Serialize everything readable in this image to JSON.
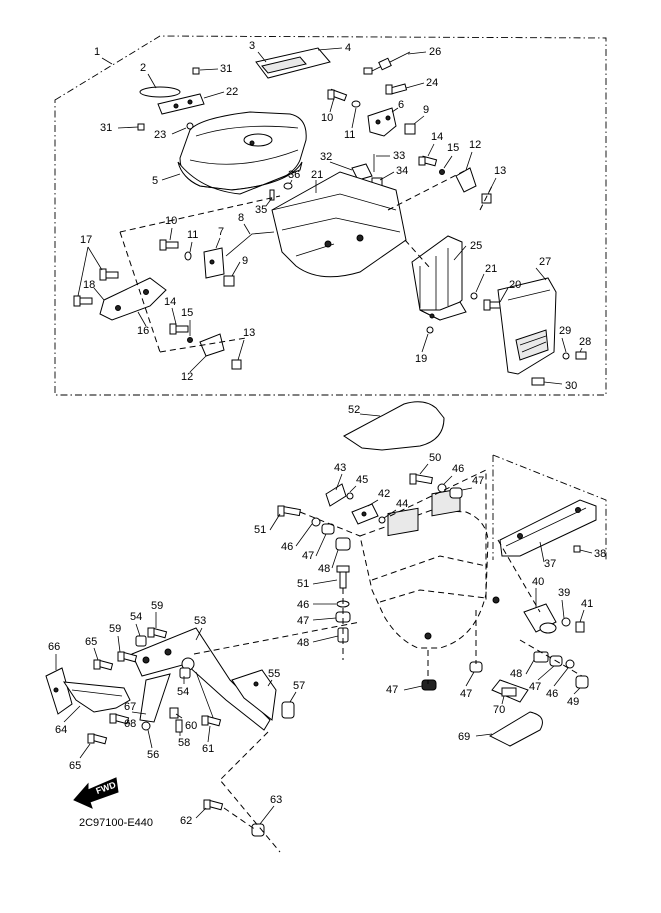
{
  "diagram": {
    "code": "2C97100-E440",
    "fwd_label": "FWD",
    "callouts": [
      {
        "id": "c1",
        "text": "1"
      },
      {
        "id": "c2",
        "text": "2"
      },
      {
        "id": "c3",
        "text": "3"
      },
      {
        "id": "c4",
        "text": "4"
      },
      {
        "id": "c26",
        "text": "26"
      },
      {
        "id": "c31a",
        "text": "31"
      },
      {
        "id": "c22",
        "text": "22"
      },
      {
        "id": "c24",
        "text": "24"
      },
      {
        "id": "c6",
        "text": "6"
      },
      {
        "id": "c10a",
        "text": "10"
      },
      {
        "id": "c9a",
        "text": "9"
      },
      {
        "id": "c31b",
        "text": "31"
      },
      {
        "id": "c23",
        "text": "23"
      },
      {
        "id": "c11a",
        "text": "11"
      },
      {
        "id": "c14a",
        "text": "14"
      },
      {
        "id": "c12a",
        "text": "12"
      },
      {
        "id": "c15a",
        "text": "15"
      },
      {
        "id": "c32",
        "text": "32"
      },
      {
        "id": "c33",
        "text": "33"
      },
      {
        "id": "c5",
        "text": "5"
      },
      {
        "id": "c36",
        "text": "36"
      },
      {
        "id": "c21a",
        "text": "21"
      },
      {
        "id": "c34",
        "text": "34"
      },
      {
        "id": "c13a",
        "text": "13"
      },
      {
        "id": "c35",
        "text": "35"
      },
      {
        "id": "c8",
        "text": "8"
      },
      {
        "id": "c10b",
        "text": "10"
      },
      {
        "id": "c11b",
        "text": "11"
      },
      {
        "id": "c7",
        "text": "7"
      },
      {
        "id": "c17",
        "text": "17"
      },
      {
        "id": "c25",
        "text": "25"
      },
      {
        "id": "c9b",
        "text": "9"
      },
      {
        "id": "c27",
        "text": "27"
      },
      {
        "id": "c21b",
        "text": "21"
      },
      {
        "id": "c18",
        "text": "18"
      },
      {
        "id": "c20",
        "text": "20"
      },
      {
        "id": "c16",
        "text": "16"
      },
      {
        "id": "c14b",
        "text": "14"
      },
      {
        "id": "c15b",
        "text": "15"
      },
      {
        "id": "c13b",
        "text": "13"
      },
      {
        "id": "c29",
        "text": "29"
      },
      {
        "id": "c28",
        "text": "28"
      },
      {
        "id": "c19",
        "text": "19"
      },
      {
        "id": "c12b",
        "text": "12"
      },
      {
        "id": "c30",
        "text": "30"
      },
      {
        "id": "c52",
        "text": "52"
      },
      {
        "id": "c43",
        "text": "43"
      },
      {
        "id": "c50",
        "text": "50"
      },
      {
        "id": "c46a",
        "text": "46"
      },
      {
        "id": "c45",
        "text": "45"
      },
      {
        "id": "c47a",
        "text": "47"
      },
      {
        "id": "c42",
        "text": "42"
      },
      {
        "id": "c44",
        "text": "44"
      },
      {
        "id": "c51a",
        "text": "51"
      },
      {
        "id": "c46b",
        "text": "46"
      },
      {
        "id": "c47b",
        "text": "47"
      },
      {
        "id": "c37",
        "text": "37"
      },
      {
        "id": "c38",
        "text": "38"
      },
      {
        "id": "c48a",
        "text": "48"
      },
      {
        "id": "c51b",
        "text": "51"
      },
      {
        "id": "c40",
        "text": "40"
      },
      {
        "id": "c39",
        "text": "39"
      },
      {
        "id": "c46c",
        "text": "46"
      },
      {
        "id": "c41",
        "text": "41"
      },
      {
        "id": "c47c",
        "text": "47"
      },
      {
        "id": "c59a",
        "text": "59"
      },
      {
        "id": "c54a",
        "text": "54"
      },
      {
        "id": "c53",
        "text": "53"
      },
      {
        "id": "c48b",
        "text": "48"
      },
      {
        "id": "c59b",
        "text": "59"
      },
      {
        "id": "c66",
        "text": "66"
      },
      {
        "id": "c65a",
        "text": "65"
      },
      {
        "id": "c55",
        "text": "55"
      },
      {
        "id": "c48c",
        "text": "48"
      },
      {
        "id": "c47d",
        "text": "47"
      },
      {
        "id": "c47e",
        "text": "47"
      },
      {
        "id": "c57",
        "text": "57"
      },
      {
        "id": "c54b",
        "text": "54"
      },
      {
        "id": "c46d",
        "text": "46"
      },
      {
        "id": "c47f",
        "text": "47"
      },
      {
        "id": "c67",
        "text": "67"
      },
      {
        "id": "c49",
        "text": "49"
      },
      {
        "id": "c60",
        "text": "60"
      },
      {
        "id": "c64",
        "text": "64"
      },
      {
        "id": "c68",
        "text": "68"
      },
      {
        "id": "c56",
        "text": "56"
      },
      {
        "id": "c58",
        "text": "58"
      },
      {
        "id": "c70",
        "text": "70"
      },
      {
        "id": "c61",
        "text": "61"
      },
      {
        "id": "c69",
        "text": "69"
      },
      {
        "id": "c65b",
        "text": "65"
      },
      {
        "id": "c63",
        "text": "63"
      },
      {
        "id": "c62",
        "text": "62"
      }
    ]
  }
}
